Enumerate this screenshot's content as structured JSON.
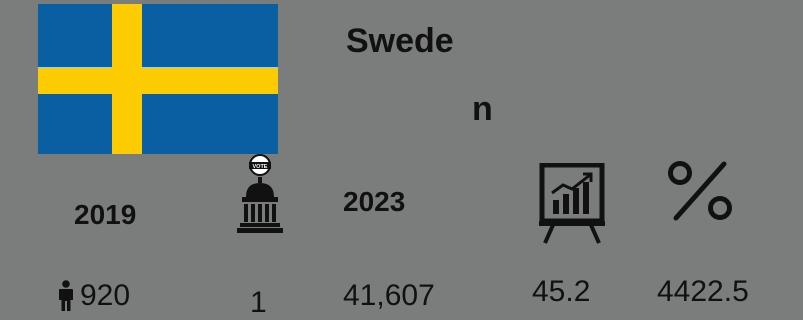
{
  "country": {
    "line1": "Swede",
    "line2": "n"
  },
  "years": {
    "left": "2019",
    "right": "2023"
  },
  "values": {
    "population": "920",
    "count": "1",
    "total": "41,607",
    "metric": "45.2",
    "percent_value": "4422.5"
  },
  "colors": {
    "background": "#7b7d7d",
    "flag_blue": "#0a5fa3",
    "flag_yellow": "#fdcb02",
    "text": "#111111"
  },
  "icons": {
    "person": "person-icon",
    "vote": "vote-building-icon",
    "chart": "chart-presentation-icon",
    "percent": "percent-icon"
  }
}
